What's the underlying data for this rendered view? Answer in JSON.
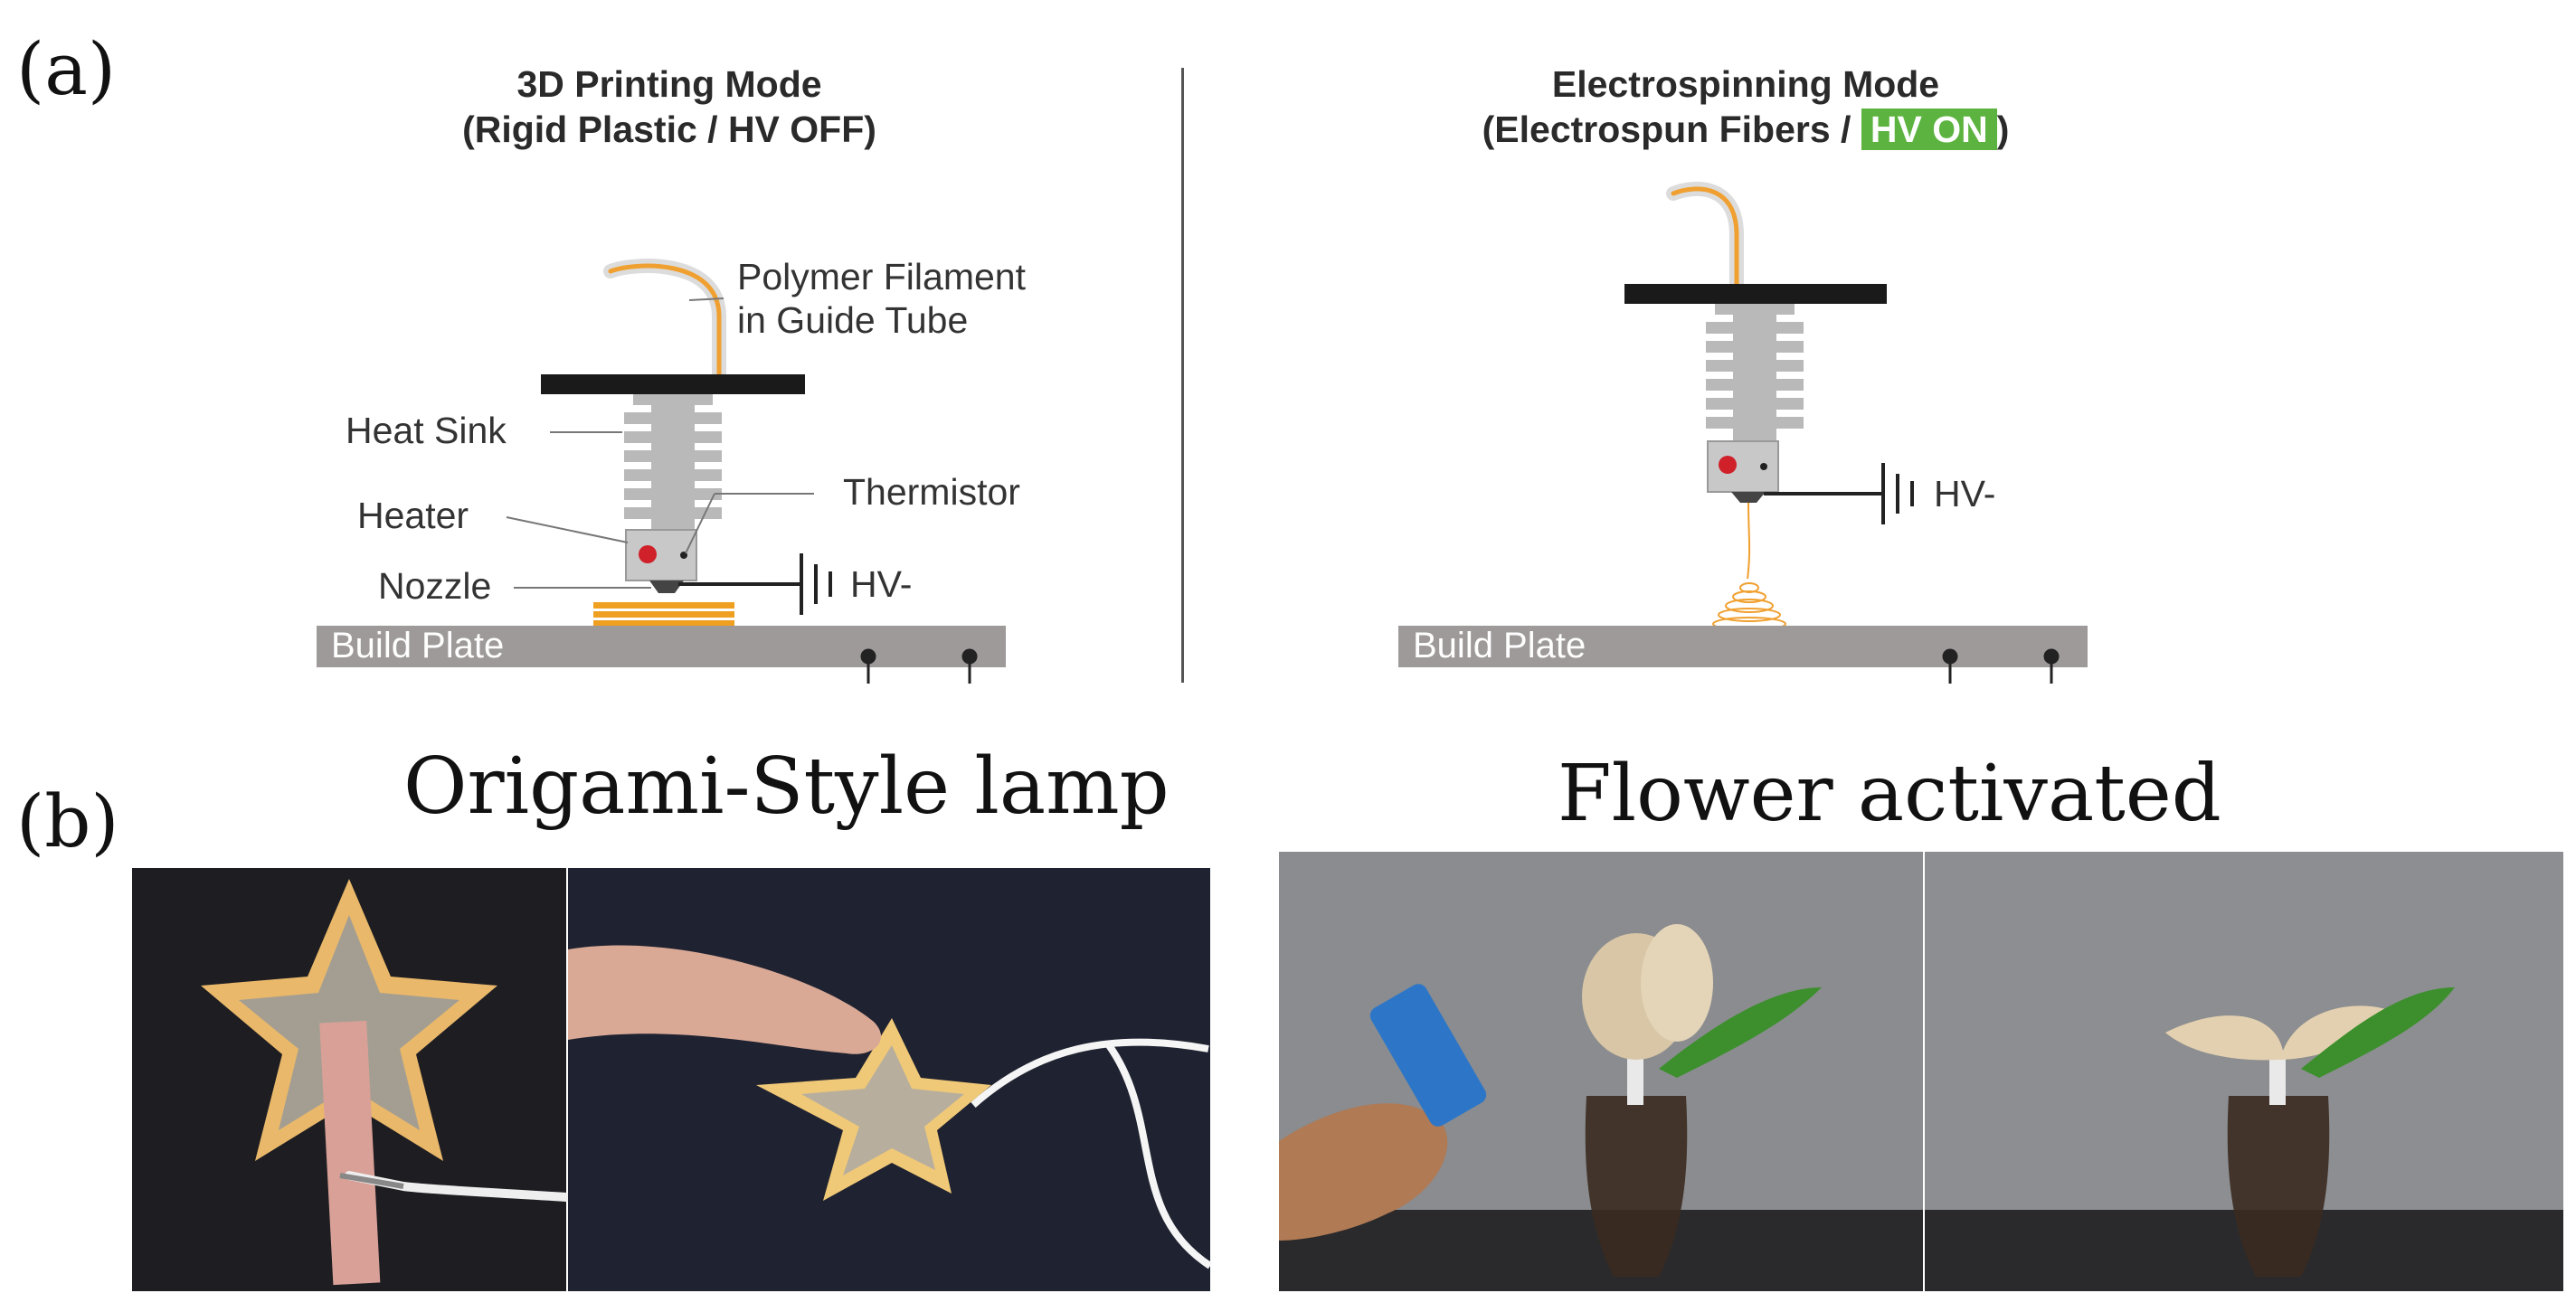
{
  "panel_a": {
    "letter": "(a)",
    "left": {
      "title_line1": "3D Printing Mode",
      "title_line2": "(Rigid Plastic / HV OFF)",
      "labels": {
        "filament": "Polymer Filament\nin Guide Tube",
        "filament_line1": "Polymer Filament",
        "filament_line2": "in Guide Tube",
        "heat_sink": "Heat Sink",
        "heater": "Heater",
        "thermistor": "Thermistor",
        "nozzle": "Nozzle",
        "hv": "HV-",
        "build_plate": "Build Plate"
      }
    },
    "right": {
      "title_line1": "Electrospinning Mode",
      "title_line2_prefix": "(Electrospun Fibers / ",
      "title_line2_badge": "HV ON",
      "title_line2_suffix": ")",
      "labels": {
        "hv": "HV-",
        "build_plate": "Build Plate"
      }
    }
  },
  "panel_b": {
    "letter": "(b)",
    "left_title": "Origami-Style lamp",
    "right_title": "Flower activated"
  },
  "colors": {
    "filament": "#f0a030",
    "plate": "#9e9a99",
    "heat_sink": "#b9b9b9",
    "heater_block": "#c8c8c8",
    "heater_dot": "#d0202a",
    "bar": "#1a1a1a",
    "hv_badge": "#5cb33f",
    "printed_layer": "#f0a020"
  }
}
